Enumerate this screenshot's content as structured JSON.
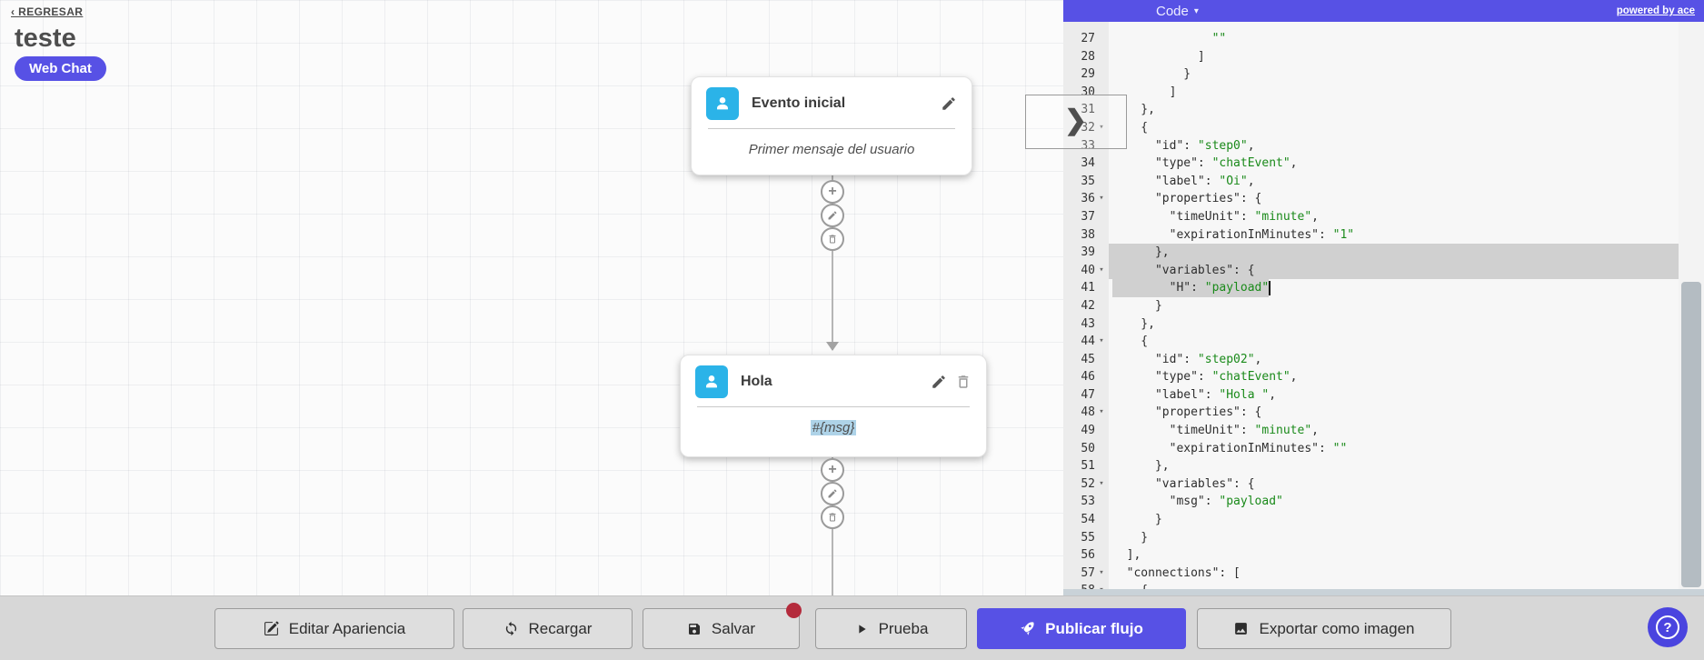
{
  "header": {
    "back": "‹ REGRESAR",
    "title": "teste",
    "badge": "Web Chat"
  },
  "flow": {
    "node1": {
      "title": "Evento inicial",
      "body": "Primer mensaje del usuario"
    },
    "node2": {
      "title": "Hola",
      "body": "#{msg}"
    }
  },
  "code_panel": {
    "title": "Code",
    "caret": "▾",
    "powered": "powered by ace",
    "chevron": "❯",
    "fold_glyph": "▾",
    "lines": [
      {
        "n": 27,
        "fold": false,
        "sel": "none",
        "seg": [
          [
            "p",
            "              "
          ],
          [
            "s",
            "\"\""
          ]
        ]
      },
      {
        "n": 28,
        "fold": false,
        "sel": "none",
        "seg": [
          [
            "p",
            "            ]"
          ]
        ]
      },
      {
        "n": 29,
        "fold": false,
        "sel": "none",
        "seg": [
          [
            "p",
            "          }"
          ]
        ]
      },
      {
        "n": 30,
        "fold": false,
        "sel": "none",
        "seg": [
          [
            "p",
            "        ]"
          ]
        ]
      },
      {
        "n": 31,
        "fold": false,
        "sel": "none",
        "seg": [
          [
            "p",
            "    },"
          ]
        ]
      },
      {
        "n": 32,
        "fold": true,
        "sel": "none",
        "seg": [
          [
            "p",
            "    {"
          ]
        ]
      },
      {
        "n": 33,
        "fold": false,
        "sel": "none",
        "seg": [
          [
            "p",
            "      \"id\": "
          ],
          [
            "s",
            "\"step0\""
          ],
          [
            "p",
            ","
          ]
        ]
      },
      {
        "n": 34,
        "fold": false,
        "sel": "none",
        "seg": [
          [
            "p",
            "      \"type\": "
          ],
          [
            "s",
            "\"chatEvent\""
          ],
          [
            "p",
            ","
          ]
        ]
      },
      {
        "n": 35,
        "fold": false,
        "sel": "none",
        "seg": [
          [
            "p",
            "      \"label\": "
          ],
          [
            "s",
            "\"Oi\""
          ],
          [
            "p",
            ","
          ]
        ]
      },
      {
        "n": 36,
        "fold": true,
        "sel": "none",
        "seg": [
          [
            "p",
            "      \"properties\": {"
          ]
        ]
      },
      {
        "n": 37,
        "fold": false,
        "sel": "none",
        "seg": [
          [
            "p",
            "        \"timeUnit\": "
          ],
          [
            "s",
            "\"minute\""
          ],
          [
            "p",
            ","
          ]
        ]
      },
      {
        "n": 38,
        "fold": false,
        "sel": "none",
        "seg": [
          [
            "p",
            "        \"expirationInMinutes\": "
          ],
          [
            "s",
            "\"1\""
          ]
        ]
      },
      {
        "n": 39,
        "fold": false,
        "sel": "line",
        "seg": [
          [
            "p",
            "      },"
          ]
        ]
      },
      {
        "n": 40,
        "fold": true,
        "sel": "line",
        "seg": [
          [
            "p",
            "      \"variables\": {"
          ]
        ]
      },
      {
        "n": 41,
        "fold": false,
        "sel": "cursor",
        "cursor_ch": 22,
        "seg": [
          [
            "p",
            "        \"H\": "
          ],
          [
            "s",
            "\"payload\""
          ]
        ]
      },
      {
        "n": 42,
        "fold": false,
        "sel": "none",
        "seg": [
          [
            "p",
            "      }"
          ]
        ]
      },
      {
        "n": 43,
        "fold": false,
        "sel": "none",
        "seg": [
          [
            "p",
            "    },"
          ]
        ]
      },
      {
        "n": 44,
        "fold": true,
        "sel": "none",
        "seg": [
          [
            "p",
            "    {"
          ]
        ]
      },
      {
        "n": 45,
        "fold": false,
        "sel": "none",
        "seg": [
          [
            "p",
            "      \"id\": "
          ],
          [
            "s",
            "\"step02\""
          ],
          [
            "p",
            ","
          ]
        ]
      },
      {
        "n": 46,
        "fold": false,
        "sel": "none",
        "seg": [
          [
            "p",
            "      \"type\": "
          ],
          [
            "s",
            "\"chatEvent\""
          ],
          [
            "p",
            ","
          ]
        ]
      },
      {
        "n": 47,
        "fold": false,
        "sel": "none",
        "seg": [
          [
            "p",
            "      \"label\": "
          ],
          [
            "s",
            "\"Hola \""
          ],
          [
            "p",
            ","
          ]
        ]
      },
      {
        "n": 48,
        "fold": true,
        "sel": "none",
        "seg": [
          [
            "p",
            "      \"properties\": {"
          ]
        ]
      },
      {
        "n": 49,
        "fold": false,
        "sel": "none",
        "seg": [
          [
            "p",
            "        \"timeUnit\": "
          ],
          [
            "s",
            "\"minute\""
          ],
          [
            "p",
            ","
          ]
        ]
      },
      {
        "n": 50,
        "fold": false,
        "sel": "none",
        "seg": [
          [
            "p",
            "        \"expirationInMinutes\": "
          ],
          [
            "s",
            "\"\""
          ]
        ]
      },
      {
        "n": 51,
        "fold": false,
        "sel": "none",
        "seg": [
          [
            "p",
            "      },"
          ]
        ]
      },
      {
        "n": 52,
        "fold": true,
        "sel": "none",
        "seg": [
          [
            "p",
            "      \"variables\": {"
          ]
        ]
      },
      {
        "n": 53,
        "fold": false,
        "sel": "none",
        "seg": [
          [
            "p",
            "        \"msg\": "
          ],
          [
            "s",
            "\"payload\""
          ]
        ]
      },
      {
        "n": 54,
        "fold": false,
        "sel": "none",
        "seg": [
          [
            "p",
            "      }"
          ]
        ]
      },
      {
        "n": 55,
        "fold": false,
        "sel": "none",
        "seg": [
          [
            "p",
            "    }"
          ]
        ]
      },
      {
        "n": 56,
        "fold": false,
        "sel": "none",
        "seg": [
          [
            "p",
            "  ],"
          ]
        ]
      },
      {
        "n": 57,
        "fold": true,
        "sel": "none",
        "seg": [
          [
            "p",
            "  \"connections\": ["
          ]
        ]
      },
      {
        "n": 58,
        "fold": true,
        "sel": "none",
        "seg": [
          [
            "p",
            "    {"
          ]
        ]
      }
    ]
  },
  "toolbar": {
    "buttons": [
      {
        "label": "Editar Apariencia",
        "icon": "edit-square-icon"
      },
      {
        "label": "Recargar",
        "icon": "refresh-icon"
      },
      {
        "label": "Salvar",
        "icon": "save-icon"
      },
      {
        "label": "Prueba",
        "icon": "play-icon"
      },
      {
        "label": "Publicar flujo",
        "icon": "rocket-icon"
      },
      {
        "label": "Exportar como imagen",
        "icon": "image-icon"
      }
    ]
  },
  "help": {
    "label": "?"
  },
  "colors": {
    "accent": "#5751e5",
    "node_icon": "#2bb3e8",
    "string_green": "#1a8a1a",
    "selection_gray": "#d0d0d0",
    "msg_highlight": "#aed3e8",
    "red_dot": "#b42b3c"
  }
}
